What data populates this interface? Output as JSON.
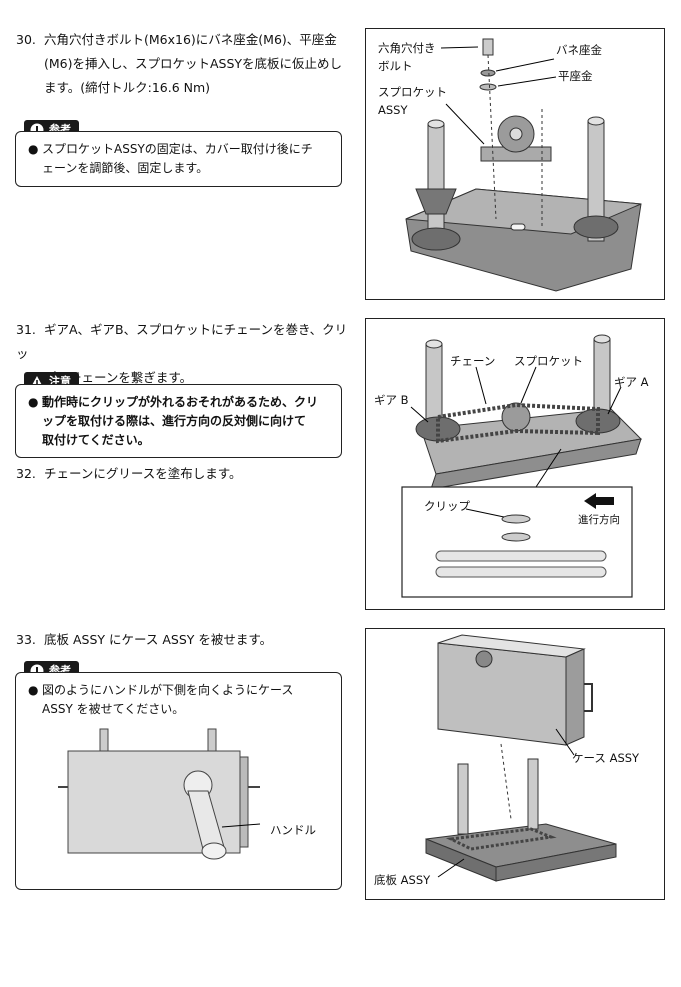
{
  "step30": {
    "number": "30.",
    "line1": "六角穴付きボルト(M6x16)にバネ座金(M6)、平座金",
    "line2": "(M6)を挿入し、スプロケットASSYを底板に仮止めし",
    "line3": "ます。(締付トルク:16.6 Nm)",
    "tag": "参考",
    "note_line1": "スプロケットASSYの固定は、カバー取付け後にチ",
    "note_line2": "ェーンを調節後、固定します。",
    "fig_labels": {
      "bolt_a": "六角穴付き",
      "bolt_b": "ボルト",
      "spring_washer": "バネ座金",
      "flat_washer": "平座金",
      "sprocket_a": "スプロケット",
      "sprocket_b": "ASSY"
    }
  },
  "step31": {
    "number": "31.",
    "line1": "ギアA、ギアB、スプロケットにチェーンを巻き、クリッ",
    "line2": "プでチェーンを繋ぎます。",
    "tag": "注意",
    "note_line1": "動作時にクリップが外れるおそれがあるため、クリ",
    "note_line2": "ップを取付ける際は、進行方向の反対側に向けて",
    "note_line3": "取付けてください。",
    "fig_labels": {
      "chain": "チェーン",
      "sprocket": "スプロケット",
      "gear_a": "ギア A",
      "gear_b": "ギア B",
      "clip": "クリップ",
      "direction": "進行方向"
    }
  },
  "step32": {
    "number": "32.",
    "line1": "チェーンにグリースを塗布します。"
  },
  "step33": {
    "number": "33.",
    "line1": "底板 ASSY にケース ASSY を被せます。",
    "tag": "参考",
    "note_line1": "図のようにハンドルが下側を向くようにケース",
    "note_line2": "ASSY を被せてください。",
    "fig_labels": {
      "handle": "ハンドル",
      "case": "ケース ASSY",
      "base": "底板 ASSY"
    }
  },
  "colors": {
    "ink": "#111111",
    "tag_bg": "#1a1a1a",
    "metal": "#9a9a9a"
  }
}
